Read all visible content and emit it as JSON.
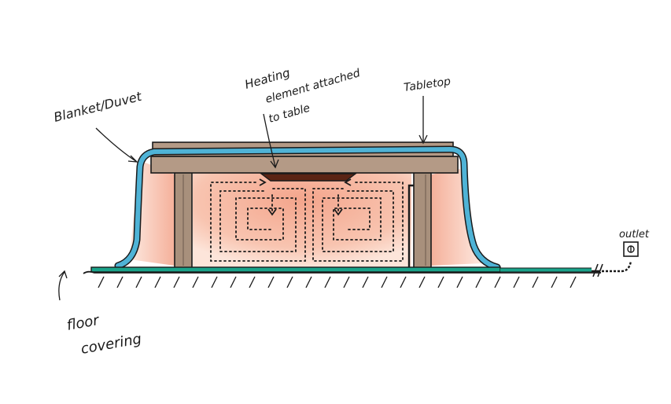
{
  "labels": {
    "blanket": "Blanket/Duvet",
    "heating_line1": "Heating",
    "heating_line2": "element attached",
    "heating_line3": "to table",
    "tabletop": "Tabletop",
    "outlet": "outlet",
    "floor_line1": "floor",
    "floor_line2": "covering"
  },
  "colors": {
    "blanket": "#4fb3d6",
    "floor_covering": "#1aa38a",
    "tabletop": "#b49a86",
    "table_legs": "#a8907c",
    "heated_air": "#f6b7a2",
    "heating_element": "#5a2414",
    "ink": "#1a1a1a"
  }
}
